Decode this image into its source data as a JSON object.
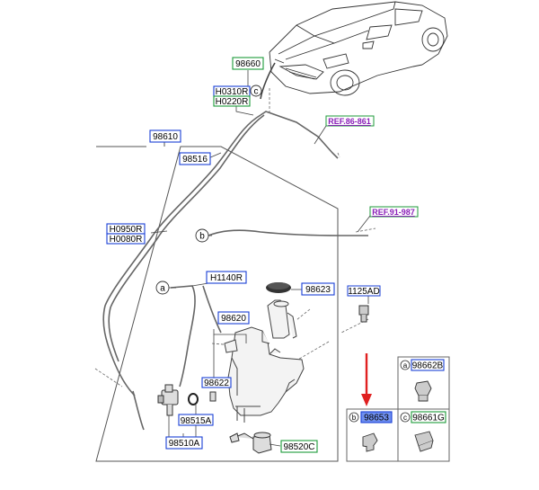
{
  "labels": {
    "p98660": "98660",
    "h0310r": "H0310R",
    "h0220r": "H0220R",
    "ref86": "REF.86-861",
    "p98610": "98610",
    "p98516": "98516",
    "ref91": "REF.91-987",
    "h0950r": "H0950R",
    "h0080r": "H0080R",
    "h1140r": "H1140R",
    "p98623": "98623",
    "p1125ad": "1125AD",
    "p98620": "98620",
    "p98622": "98622",
    "p98515a": "98515A",
    "p98510a": "98510A",
    "p98520c": "98520C",
    "p98662b": "98662B",
    "p98653": "98653",
    "p98661g": "98661G"
  },
  "callouts": {
    "a": "a",
    "b": "b",
    "c": "c"
  },
  "colors": {
    "label_blue": "#1a3fd6",
    "label_green": "#1c9a3a",
    "ref_purple": "#8a1fb8",
    "highlight_fill": "#6f8ff0",
    "arrow_red": "#e02020",
    "line_gray": "#555555"
  }
}
